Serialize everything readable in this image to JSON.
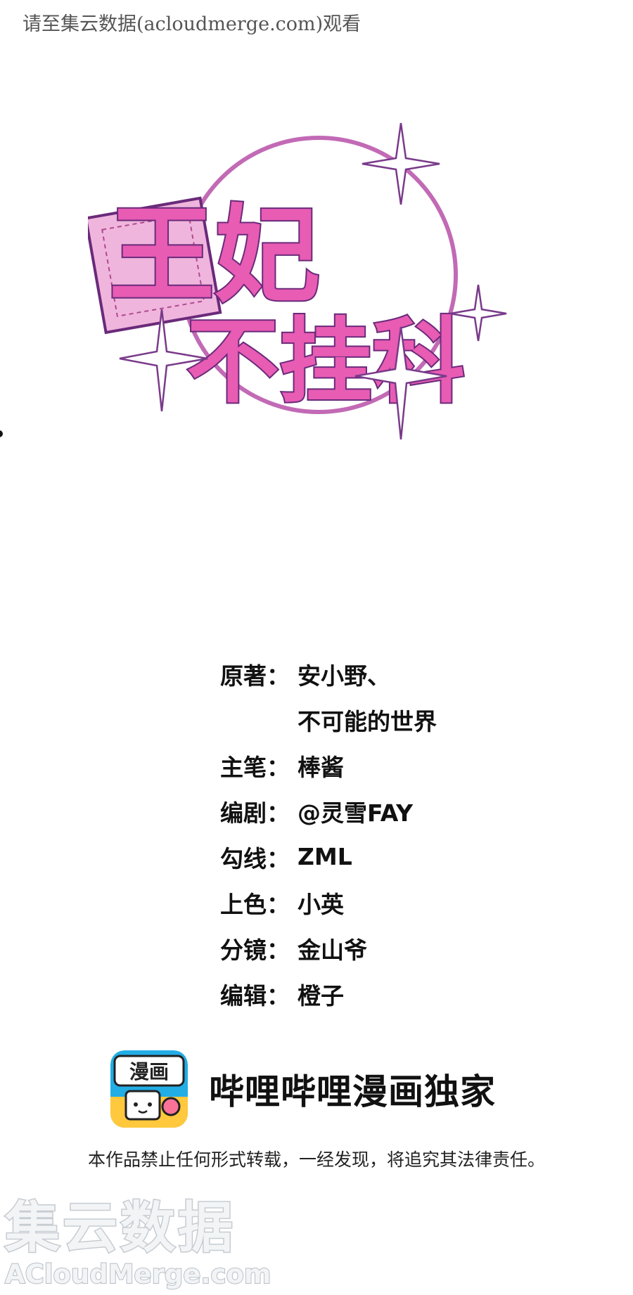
{
  "top_notice": "请至集云数据(acloudmerge.com)观看",
  "logo": {
    "title_line1": "王妃",
    "title_line2": "不挂科",
    "colors": {
      "fill": "#e85cb3",
      "outline": "#6a2a7a",
      "ring": "#c26ab5",
      "card": "#f0b5dd"
    }
  },
  "credits": [
    {
      "label": "原著：",
      "value": "安小野、"
    },
    {
      "label": "",
      "value": "不可能的世界"
    },
    {
      "label": "主笔：",
      "value": "棒酱"
    },
    {
      "label": "编剧：",
      "value": "@灵雪FAY"
    },
    {
      "label": "勾线：",
      "value": "ZML"
    },
    {
      "label": "上色：",
      "value": "小英"
    },
    {
      "label": "分镜：",
      "value": "金山爷"
    },
    {
      "label": "编辑：",
      "value": "橙子"
    }
  ],
  "platform": {
    "icon_name": "bilibili-manga-app-icon",
    "icon_text": "漫画",
    "label": "哔哩哔哩漫画独家"
  },
  "copyright": "本作品禁止任何形式转载，一经发现，将追究其法律责任。",
  "watermark": {
    "cn": "集云数据",
    "en": "ACloudMerge.com"
  }
}
